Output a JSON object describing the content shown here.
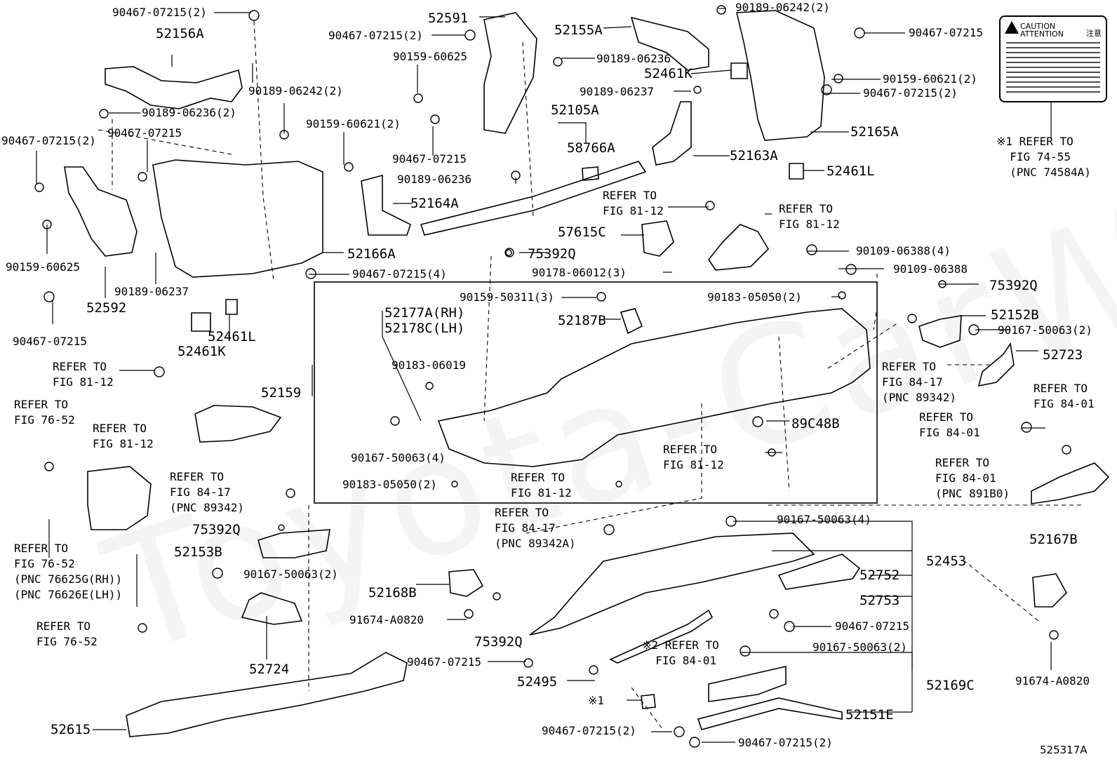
{
  "diagram_id": "525317A",
  "watermark": "Toyota-CarWire.ru",
  "caution_label": {
    "line1": "CAUTION",
    "line2": "ATTENTION",
    "jp": "注意"
  },
  "callouts": {
    "c01": "90467-07215(2)",
    "c02": "52156A",
    "c03": "52591",
    "c04": "90467-07215(2)",
    "c05": "90159-60625",
    "c06": "52155A",
    "c07": "90189-06242(2)",
    "c08": "90467-07215",
    "c09": "90189-06236",
    "c10": "52461K",
    "c11": "90189-06237",
    "c12": "90159-60621(2)",
    "c13": "90467-07215(2)",
    "c14": "52165A",
    "c15": "※1 REFER TO\n  FIG 74-55\n  (PNC 74584A)",
    "c16": "90189-06242(2)",
    "c17": "90189-06236(2)",
    "c18": "90467-07215",
    "c19": "90159-60621(2)",
    "c20": "52105A",
    "c21": "58766A",
    "c22": "52163A",
    "c23": "90467-07215(2)",
    "c24": "90467-07215",
    "c25": "90189-06236",
    "c26": "52461L",
    "c27": "52164A",
    "c28": "REFER TO\nFIG 81-12",
    "c29": "REFER TO\nFIG 81-12",
    "c30": "57615C",
    "c31": "90109-06388(4)",
    "c32": "90159-60625",
    "c33": "52166A",
    "c34": "75392Q",
    "c35": "90178-06012(3)",
    "c36": "90109-06388",
    "c37": "90189-06237",
    "c38": "90467-07215(4)",
    "c39": "52592",
    "c40": "90159-50311(3)",
    "c41": "90183-05050(2)",
    "c42": "75392Q",
    "c43": "52177A(RH)",
    "c44": "52178C(LH)",
    "c45": "52187B",
    "c46": "52152B",
    "c47": "90467-07215",
    "c48": "52461K",
    "c49": "52461L",
    "c50": "90167-50063(2)",
    "c51": "90183-06019",
    "c52": "52723",
    "c53": "REFER TO\nFIG 81-12",
    "c54": "REFER TO\nFIG 84-17\n(PNC 89342)",
    "c55": "REFER TO\nFIG 76-52",
    "c56": "52159",
    "c57": "REFER TO\nFIG 84-01",
    "c58": "REFER TO\nFIG 81-12",
    "c59": "89C48B",
    "c60": "REFER TO\nFIG 84-01",
    "c61": "90167-50063(4)",
    "c62": "REFER TO\nFIG 81-12",
    "c63": "REFER TO\nFIG 84-01\n(PNC 891B0)",
    "c64": "REFER TO\nFIG 84-17\n(PNC 89342)",
    "c65": "90183-05050(2)",
    "c66": "REFER TO\nFIG 81-12",
    "c67": "REFER TO\nFIG 84-17\n(PNC 89342A)",
    "c68": "75392Q",
    "c69": "90167-50063(4)",
    "c70": "52153B",
    "c71": "52453",
    "c72": "REFER TO\nFIG 76-52\n(PNC 76625G(RH))\n(PNC 76626E(LH))",
    "c73": "90167-50063(2)",
    "c74": "52752",
    "c75": "52167B",
    "c76": "52168B",
    "c77": "52753",
    "c78": "91674-A0820",
    "c79": "90467-07215",
    "c80": "REFER TO\nFIG 76-52",
    "c81": "75392Q",
    "c82": "※2 REFER TO\n  FIG 84-01",
    "c83": "90167-50063(2)",
    "c84": "52724",
    "c85": "90467-07215",
    "c86": "52169C",
    "c87": "91674-A0820",
    "c88": "52495",
    "c89": "※1",
    "c90": "52615",
    "c91": "52151E",
    "c92": "90467-07215(2)",
    "c93": "90467-07215(2)",
    "c94": "525317A"
  }
}
